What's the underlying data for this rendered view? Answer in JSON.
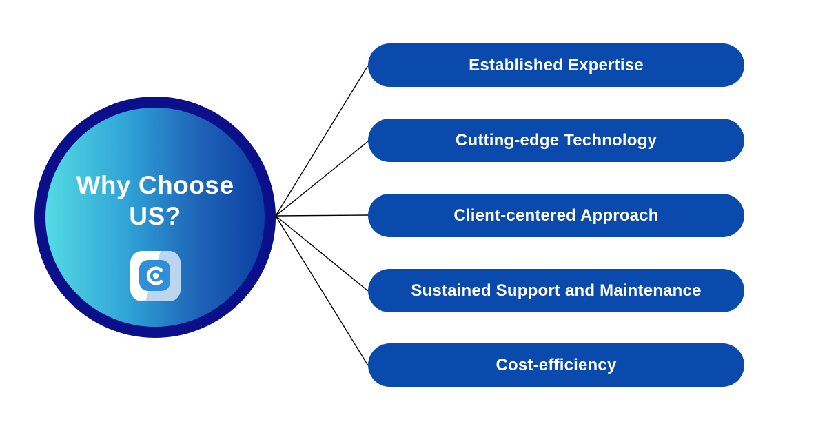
{
  "hub": {
    "title_line1": "Why Choose",
    "title_line2": "US?",
    "logo_icon": "brand-logo-icon"
  },
  "items": [
    {
      "label": "Established Expertise"
    },
    {
      "label": "Cutting-edge Technology"
    },
    {
      "label": "Client-centered Approach"
    },
    {
      "label": "Sustained Support and Maintenance"
    },
    {
      "label": "Cost-efficiency"
    }
  ],
  "colors": {
    "ring": "#0b0f8a",
    "gradient_start": "#54dbe4",
    "gradient_end": "#0b3fa3",
    "pill": "#0b4aad",
    "text": "#ffffff",
    "connector": "#000000"
  }
}
